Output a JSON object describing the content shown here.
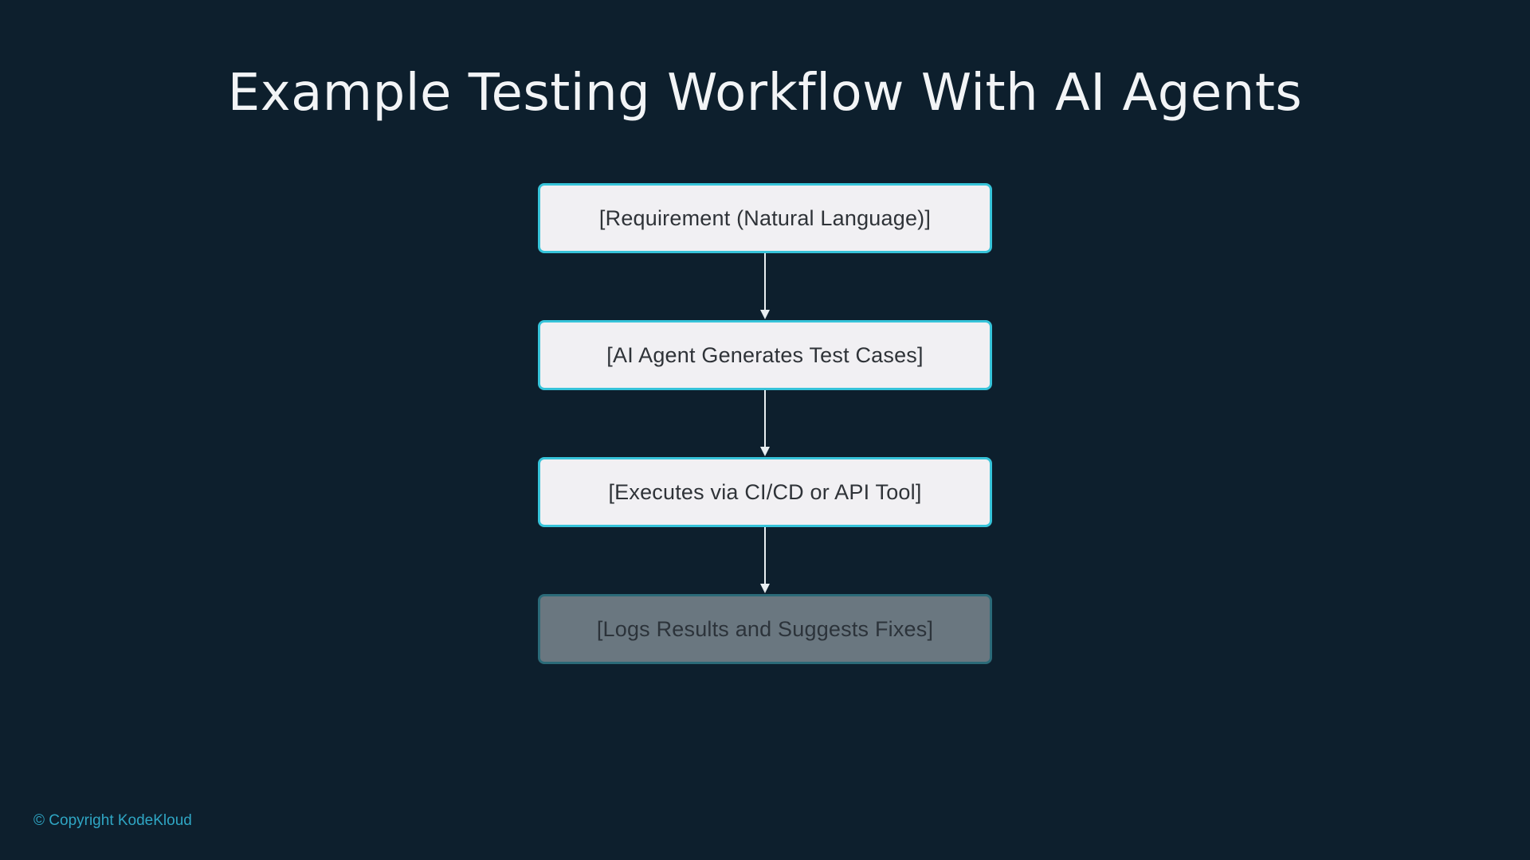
{
  "slide": {
    "title": "Example Testing Workflow With AI Agents",
    "copyright": "© Copyright KodeKloud"
  },
  "diagram": {
    "steps": [
      {
        "label": "[Requirement (Natural Language)]",
        "state": "normal"
      },
      {
        "label": "[AI Agent Generates Test Cases]",
        "state": "normal"
      },
      {
        "label": "[Executes via CI/CD or API Tool]",
        "state": "normal"
      },
      {
        "label": "[Logs Results and Suggests Fixes]",
        "state": "dimmed"
      }
    ],
    "colors": {
      "background": "#0d1f2d",
      "box_fill": "#f1f0f3",
      "box_border": "#36c3d9",
      "dimmed_fill": "#6a7780",
      "arrow": "#e8eef2",
      "copyright": "#2fa6c4"
    }
  }
}
